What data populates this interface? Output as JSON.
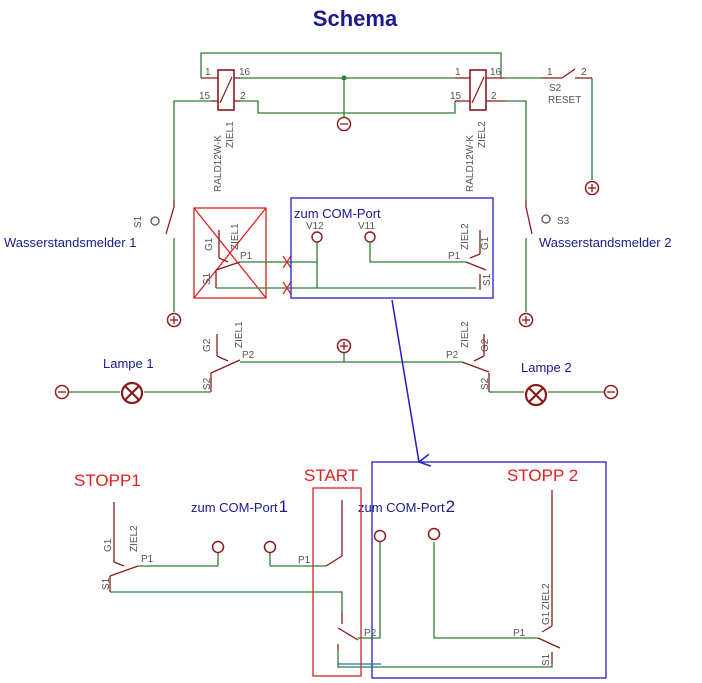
{
  "title": "Schema",
  "colors": {
    "wire": "#2e7d32",
    "component": "#8b1a1a",
    "label": "#1a1a8c",
    "highlight_red": "#e02020",
    "box_blue": "#2020c0",
    "gray_text": "#555555"
  },
  "relays": {
    "left": {
      "type": "RALD12W-K",
      "name": "ZIEL1",
      "pin1": "1",
      "pin16": "16",
      "pin15": "15",
      "pin2": "2"
    },
    "right": {
      "type": "RALD12W-K",
      "name": "ZIEL2",
      "pin1": "1",
      "pin16": "16",
      "pin15": "15",
      "pin2": "2"
    }
  },
  "reset_switch": {
    "name": "S2",
    "label": "RESET",
    "pin1": "1",
    "pin2": "2"
  },
  "sensors": {
    "left": {
      "switch": "S1",
      "label": "Wasserstandsmelder 1"
    },
    "right": {
      "switch": "S3",
      "label": "Wasserstandsmelder 2"
    }
  },
  "com_port_box": {
    "label": "zum COM-Port",
    "v12": "V12",
    "v11": "V11"
  },
  "contacts": {
    "ziel1": "ZIEL1",
    "ziel2": "ZIEL2",
    "g1": "G1",
    "g2": "G2",
    "p1": "P1",
    "p2": "P2",
    "s1": "S1",
    "s2": "S2"
  },
  "lamps": {
    "left": "Lampe 1",
    "right": "Lampe 2"
  },
  "bottom": {
    "stopp1": "STOPP1",
    "start": "START",
    "stopp2": "STOPP 2",
    "com_port1_text": "zum COM-Port",
    "com_port1_num": "1",
    "com_port2_text": "zum COM-Port",
    "com_port2_num": "2"
  },
  "symbols": {
    "minus": "minus-terminal-icon",
    "plus": "plus-terminal-icon",
    "lamp": "lamp-icon",
    "arrow": "arrow-down-icon"
  }
}
